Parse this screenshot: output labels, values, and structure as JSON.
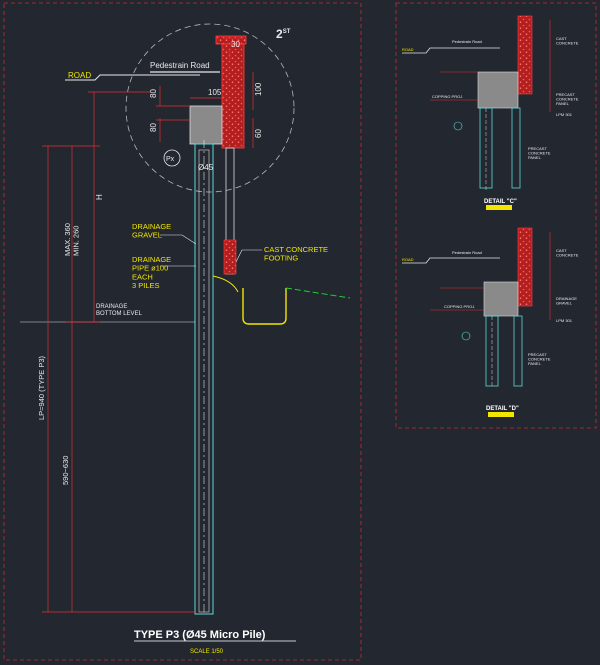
{
  "main_drawing": {
    "title": "TYPE P3 (Ø45 Micro Pile)",
    "scale": "SCALE 1/50",
    "labels": {
      "road": "ROAD",
      "pedestrian_road": "Pedestrain Road",
      "detail_ref": "2",
      "detail_ref_sup": "ST",
      "px": "Px",
      "pile_dia": "Ø45",
      "drainage_gravel": "DRAINAGE\nGRAVEL",
      "drainage_pipe": "DRAINAGE\nPIPE ø100\nEACH\n3 PILES",
      "cast_concrete": "CAST CONCRETE\nFOOTING",
      "drainage_bottom": "DRAINAGE\nBOTTOM LEVEL"
    },
    "dims": {
      "d30": "30",
      "d105": "105",
      "d80a": "80",
      "d80b": "80",
      "d100": "100",
      "d60": "60",
      "h": "H",
      "max_min": "MAX. 360\nMIN. 260",
      "lp": "LP=940 (TYPE P3)",
      "d590": "590~630"
    }
  },
  "detail_1": {
    "title": "DETAIL \"C\"",
    "labels": {
      "pedestrian_road": "Pedestrain Road",
      "road": "ROAD",
      "coping": "COPPING PROJ.",
      "cast_concrete": "CAST\nCONCRETE",
      "precast": "PRECAST\nCONCRETE\nPANEL",
      "lpm": "LPM 301",
      "precast2": "PRECAST\nCONCRETE\nPANEL"
    }
  },
  "detail_2": {
    "title": "DETAIL \"D\"",
    "labels": {
      "pedestrian_road": "Pedestrain Road",
      "road": "ROAD",
      "coping": "COPPING PROJ.",
      "cast_concrete": "CAST\nCONCRETE",
      "drainage": "DRAINAGE\nGRAVEL",
      "lpm": "LPM 301",
      "precast": "PRECAST\nCONCRETE\nPANEL"
    }
  }
}
